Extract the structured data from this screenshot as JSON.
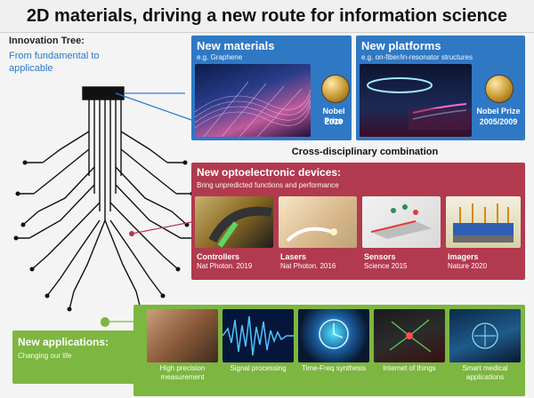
{
  "title": "2D materials, driving a new route for information science",
  "innovation": {
    "label": "Innovation Tree:",
    "subtitle": "From fundamental to applicable"
  },
  "new_materials": {
    "title": "New materials",
    "subtitle": "e.g. Graphene",
    "nobel_label": "Nobel Prize",
    "nobel_year": "2010"
  },
  "new_platforms": {
    "title": "New platforms",
    "subtitle": "e.g. on-fiber/in-resonator structures",
    "nobel_label": "Nobel Prize",
    "nobel_year": "2005/2009"
  },
  "combination": "Cross-disciplinary combination",
  "devices": {
    "title": "New optoelectronic devices:",
    "subtitle": "Bring unpredicted functions and performance",
    "items": [
      {
        "name": "Controllers",
        "ref": "Nat Photon. 2019"
      },
      {
        "name": "Lasers",
        "ref": "Nat Photon. 2016"
      },
      {
        "name": "Sensors",
        "ref": "Science 2015"
      },
      {
        "name": "Imagers",
        "ref": "Nature 2020"
      }
    ]
  },
  "applications": {
    "title": "New applications:",
    "subtitle": "Changing our life",
    "items": [
      {
        "label": "High precision measurement"
      },
      {
        "label": "Signal processing"
      },
      {
        "label": "Time-Freq synthesis"
      },
      {
        "label": "Internet of things"
      },
      {
        "label": "Smart medical applications"
      }
    ]
  },
  "colors": {
    "blue": "#2f78c4",
    "red": "#b23a4e",
    "green": "#7db640"
  }
}
